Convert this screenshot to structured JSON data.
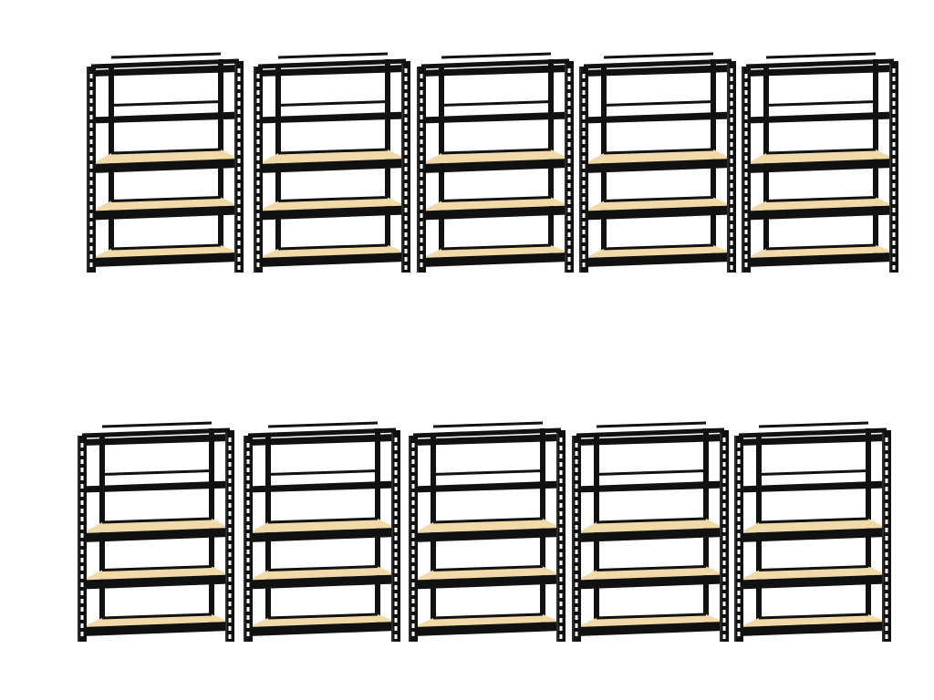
{
  "scene": {
    "rows": 2,
    "units_per_row": 5,
    "shelves_per_unit": 5,
    "colors": {
      "frame": "#111111",
      "frame_highlight": "#2c2c2c",
      "board": "#f2d9a8",
      "board_edge": "#d9bb85",
      "background": "#ffffff"
    }
  }
}
